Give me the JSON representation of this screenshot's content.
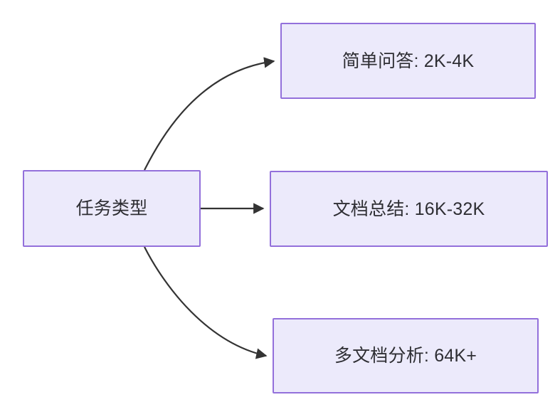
{
  "diagram": {
    "type": "flowchart",
    "direction": "left-to-right",
    "theme": {
      "node_fill": "#ECEAFB",
      "node_border": "#9370DB",
      "node_text": "#2e2e33",
      "edge_stroke": "#333333",
      "background": "#ffffff"
    },
    "root": {
      "id": "task-type",
      "label": "任务类型"
    },
    "branches": [
      {
        "id": "simple-qa",
        "label": "简单问答: 2K-4K",
        "task": "简单问答",
        "context_length": "2K-4K",
        "edge_style": "curved-up",
        "arrowhead": "arrow-icon"
      },
      {
        "id": "doc-summary",
        "label": "文档总结: 16K-32K",
        "task": "文档总结",
        "context_length": "16K-32K",
        "edge_style": "straight",
        "arrowhead": "arrow-icon"
      },
      {
        "id": "multidoc-analysis",
        "label": "多文档分析: 64K+",
        "task": "多文档分析",
        "context_length": "64K+",
        "edge_style": "curved-down",
        "arrowhead": "arrow-icon"
      }
    ]
  }
}
